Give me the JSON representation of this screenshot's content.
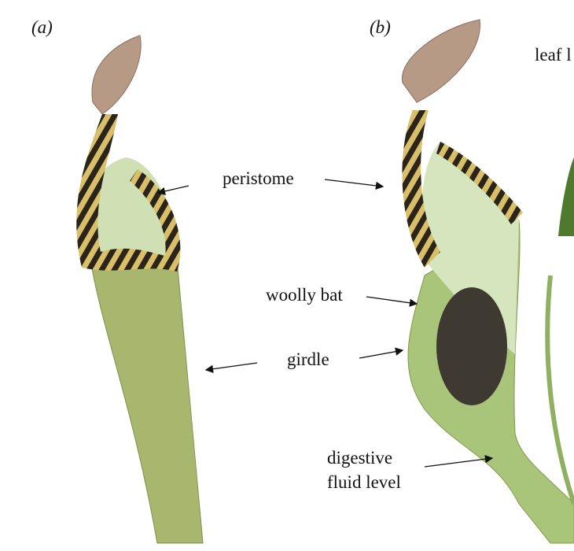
{
  "panels": {
    "a": "(a)",
    "b": "(b)"
  },
  "labels": {
    "peristome": "peristome",
    "woolly_bat": "woolly bat",
    "girdle": "girdle",
    "digestive_line1": "digestive",
    "digestive_line2": "fluid level",
    "leaf": "leaf l"
  },
  "colors": {
    "tube": "#a9b66e",
    "inner": "#cfe0b4",
    "lid": "#b79a86",
    "stripe_dark": "#2c2418",
    "stripe_light": "#d8c06a",
    "bat": "#3e3a32"
  }
}
